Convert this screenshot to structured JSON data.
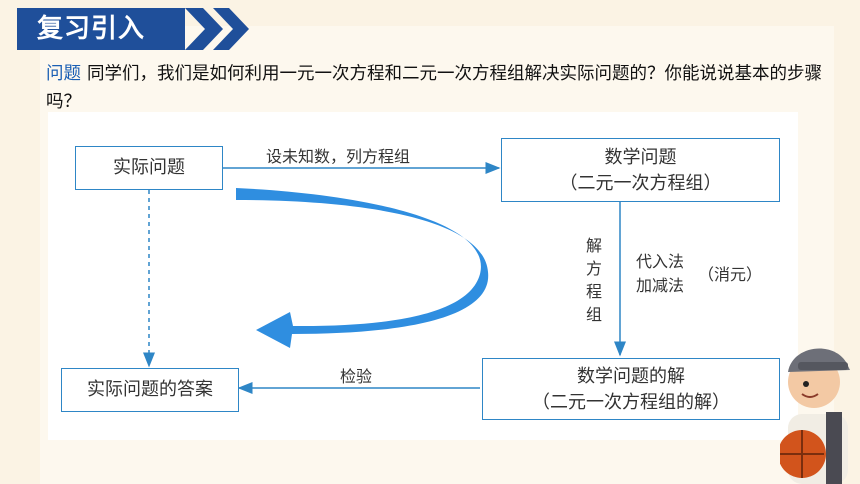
{
  "header": {
    "title": "复习引入"
  },
  "question": {
    "tag": "问题",
    "text": "同学们，我们是如何利用一元一次方程和二元一次方程组解决实际问题的？你能说说基本的步骤吗？"
  },
  "diagram": {
    "box_real_problem": "实际问题",
    "box_math_problem_line1": "数学问题",
    "box_math_problem_line2": "（二元一次方程组）",
    "box_math_solution_line1": "数学问题的解",
    "box_math_solution_line2": "（二元一次方程组的解）",
    "box_real_answer": "实际问题的答案",
    "label_set_unknowns": "设未知数，列方程组",
    "label_solve": "解方程组",
    "label_substitution": "代入法",
    "label_elimination": "加减法",
    "label_eliminate_unknown": "（消元）",
    "label_check": "检验"
  },
  "colors": {
    "banner": "#1f4f9a",
    "box_border": "#2e86c6",
    "curve_arrow": "#2f8ee0",
    "background": "#fbf3e4"
  }
}
